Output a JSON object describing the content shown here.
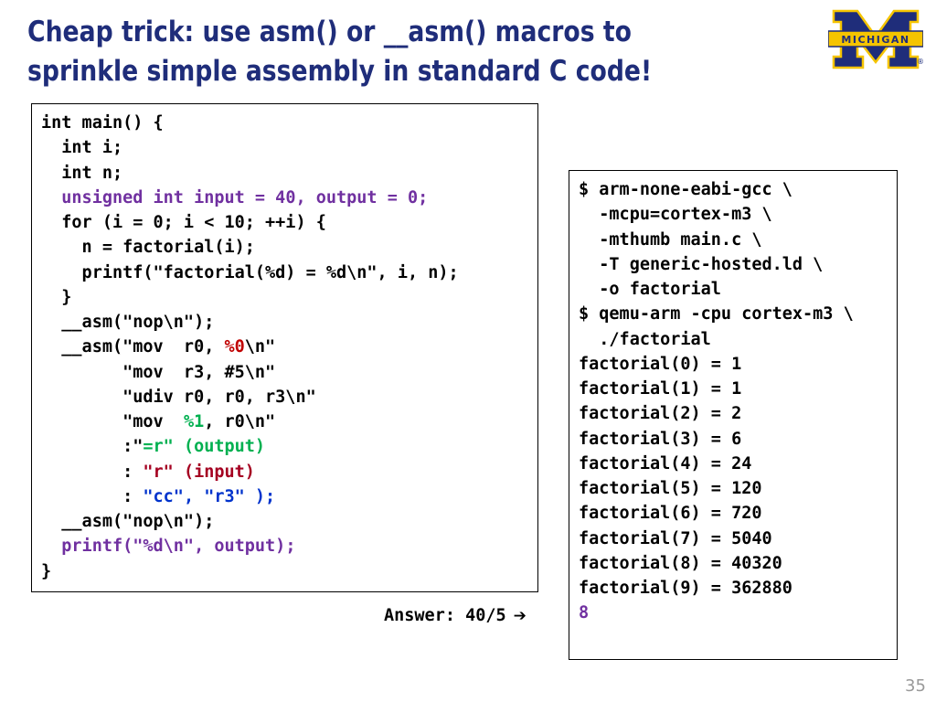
{
  "slide": {
    "title_line1": "Cheap trick: use asm() or __asm() macros to",
    "title_line2": "sprinkle simple assembly in standard C code!",
    "logo_text": "MICHIGAN",
    "trademark": "®",
    "page_number": "35"
  },
  "code": {
    "l1": "int main() {",
    "l2": "  int i;",
    "l3": "  int n;",
    "l4_indent": "  ",
    "l4_colored": "unsigned int input = 40, output = 0;",
    "l5": "  for (i = 0; i < 10; ++i) {",
    "l6": "    n = factorial(i);",
    "l7": "    printf(\"factorial(%d) = %d\\n\", i, n);",
    "l8": "  }",
    "l9": "  __asm(\"nop\\n\");",
    "l10_a": "  __asm(\"mov  r0, ",
    "l10_b": "%0",
    "l10_c": "\\n\"",
    "l11": "        \"mov  r3, #5\\n\"",
    "l12": "        \"udiv r0, r0, r3\\n\"",
    "l13_a": "        \"mov  ",
    "l13_b": "%1",
    "l13_c": ", r0\\n\"",
    "l14_a": "        :\"",
    "l14_b": "=r\" (output)",
    "l15_a": "        : ",
    "l15_b": "\"r\" (input)",
    "l16_a": "        : ",
    "l16_b": "\"cc\", \"r3\" );",
    "l17": "  __asm(\"nop\\n\");",
    "l18_indent": "  ",
    "l18_colored": "printf(\"%d\\n\", output);",
    "l19": "}"
  },
  "terminal": {
    "lines": [
      "$ arm-none-eabi-gcc \\",
      "  -mcpu=cortex-m3 \\",
      "  -mthumb main.c \\",
      "  -T generic-hosted.ld \\",
      "  -o factorial",
      "$ qemu-arm -cpu cortex-m3 \\",
      "  ./factorial",
      "factorial(0) = 1",
      "factorial(1) = 1",
      "factorial(2) = 2",
      "factorial(3) = 6",
      "factorial(4) = 24",
      "factorial(5) = 120",
      "factorial(6) = 720",
      "factorial(7) = 5040",
      "factorial(8) = 40320",
      "factorial(9) = 362880"
    ],
    "final_output": "8"
  },
  "answer": {
    "label": "Answer: 40/5",
    "arrow": "➔"
  },
  "colors": {
    "title": "#1f2d7a",
    "logo_blue": "#1f2d7a",
    "logo_maize": "#f5c400",
    "purple": "#7030a0",
    "red": "#c00000",
    "green": "#00b050",
    "blue": "#0033cc"
  }
}
